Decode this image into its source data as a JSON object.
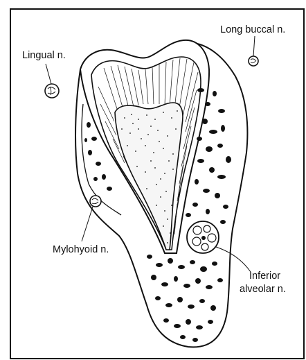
{
  "labels": {
    "long_buccal": "Long buccal n.",
    "lingual": "Lingual n.",
    "mylohyoid": "Mylohyoid n.",
    "inferior_alveolar_line1": "Inferior",
    "inferior_alveolar_line2": "alveolar n."
  },
  "colors": {
    "ink": "#111111",
    "paper": "#ffffff"
  }
}
